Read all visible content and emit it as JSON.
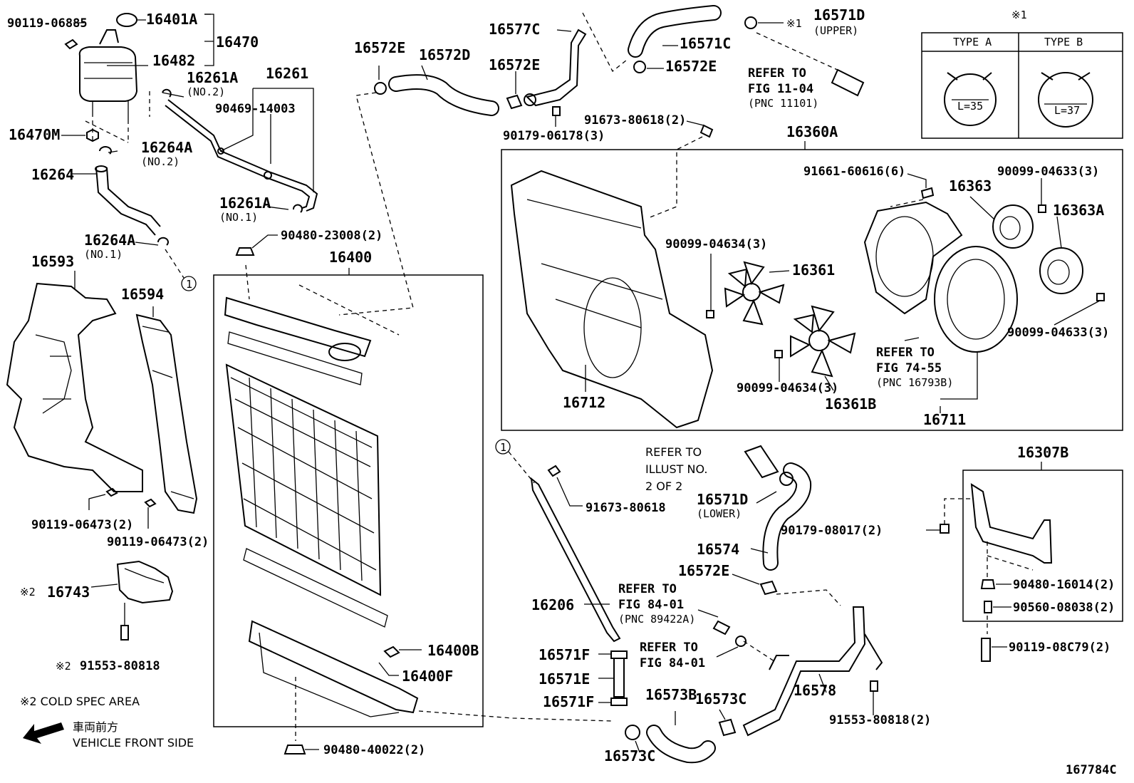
{
  "labels": {
    "p16401A": "16401A",
    "p90119_06885": "90119-06885",
    "p16470": "16470",
    "p16482": "16482",
    "p16261": "16261",
    "p16261A_2": "16261A",
    "no2": "(NO.2)",
    "p90469": "90469-14003",
    "p16470M": "16470M",
    "p16264A_2": "16264A",
    "no2b": "(NO.2)",
    "p16264": "16264",
    "p16261A_1": "16261A",
    "no1": "(NO.1)",
    "p16264A_1": "16264A",
    "no1b": "(NO.1)",
    "circle1a": "1",
    "circle1b": "1",
    "p16593": "16593",
    "p16594": "16594",
    "p90119_06473a": "90119-06473(2)",
    "p90119_06473b": "90119-06473(2)",
    "p16743": "16743",
    "mark2a": "※2",
    "p91553_80818": "91553-80818",
    "mark2b": "※2",
    "cold_note": "※2  COLD SPEC AREA",
    "front_jp": "車両前方",
    "front_en": "VEHICLE FRONT SIDE",
    "p16572E_a": "16572E",
    "p16572D": "16572D",
    "p16577C": "16577C",
    "p16572E_b": "16572E",
    "p90179_06178": "90179-06178(3)",
    "p16571C": "16571C",
    "p16572E_c": "16572E",
    "mark1a": "※1",
    "p16571D_u": "16571D",
    "upper": "(UPPER)",
    "ref_1104_a": "REFER TO",
    "ref_1104_b": "FIG 11-04",
    "ref_1104_c": "(PNC 11101)",
    "p91673_80618_2": "91673-80618(2)",
    "p90480_23008": "90480-23008(2)",
    "p16400": "16400",
    "p16400B": "16400B",
    "p16400F": "16400F",
    "p90480_40022": "90480-40022(2)",
    "p16360A": "16360A",
    "p91661": "91661-60616(6)",
    "p16363": "16363",
    "p90099_04633a": "90099-04633(3)",
    "p16363A": "16363A",
    "p90099_04634a": "90099-04634(3)",
    "p16361": "16361",
    "p90099_04633b": "90099-04633(3)",
    "ref_7455_a": "REFER TO",
    "ref_7455_b": "FIG 74-55",
    "ref_7455_c": "(PNC 16793B)",
    "p16712": "16712",
    "p90099_04634b": "90099-04634(3)",
    "p16361B": "16361B",
    "p16711": "16711",
    "mark1b": "※1",
    "typeA": "TYPE A",
    "typeB": "TYPE B",
    "l35": "L=35",
    "l37": "L=37",
    "ref_ill_a": "REFER TO",
    "ref_ill_b": "ILLUST NO.",
    "ref_ill_c": "2 OF 2",
    "p16571D_l": "16571D",
    "lower": "(LOWER)",
    "p91673_80618": "91673-80618",
    "p16574": "16574",
    "p16572E_d": "16572E",
    "ref_8401a_a": "REFER TO",
    "ref_8401a_b": "FIG 84-01",
    "ref_8401a_c": "(PNC 89422A)",
    "ref_8401b_a": "REFER TO",
    "ref_8401b_b": "FIG 84-01",
    "p16206": "16206",
    "p16571F_a": "16571F",
    "p16571E": "16571E",
    "p16571F_b": "16571F",
    "p16573B": "16573B",
    "p16573C_a": "16573C",
    "p16573C_b": "16573C",
    "p16578": "16578",
    "p91553_80818_2": "91553-80818(2)",
    "p16307B": "16307B",
    "p90179_08017": "90179-08017(2)",
    "p90480_16014": "90480-16014(2)",
    "p90560_08038": "90560-08038(2)",
    "p90119_08C79": "90119-08C79(2)",
    "diagram_id": "167784C"
  }
}
